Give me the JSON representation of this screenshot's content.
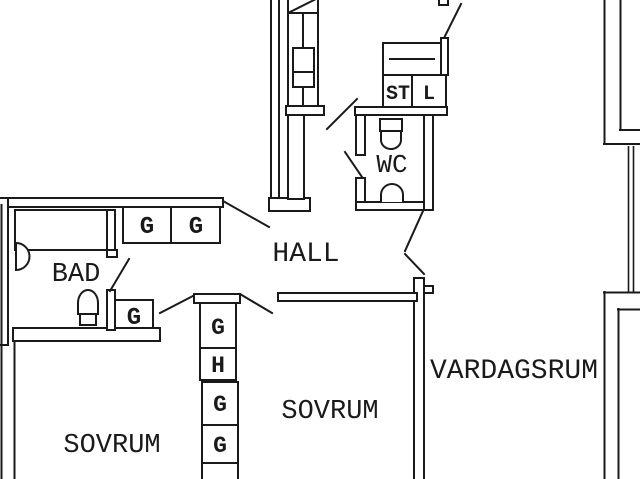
{
  "drawing": {
    "kind": "apartment floor plan",
    "language": "sv"
  },
  "colors": {
    "line": "#1a1a1a",
    "background": "#ffffff"
  },
  "rooms": {
    "hall": "HALL",
    "bad": "BAD",
    "wc": "WC",
    "sovrum_left": "SOVRUM",
    "sovrum_mid": "SOVRUM",
    "vardagsrum": "VARDAGSRUM"
  },
  "storage": {
    "hall_pair": [
      "G",
      "G"
    ],
    "hall_single": "G",
    "column": [
      "G",
      "H",
      "G",
      "G"
    ],
    "cleaning_closet": "ST",
    "linen_closet": "L"
  }
}
